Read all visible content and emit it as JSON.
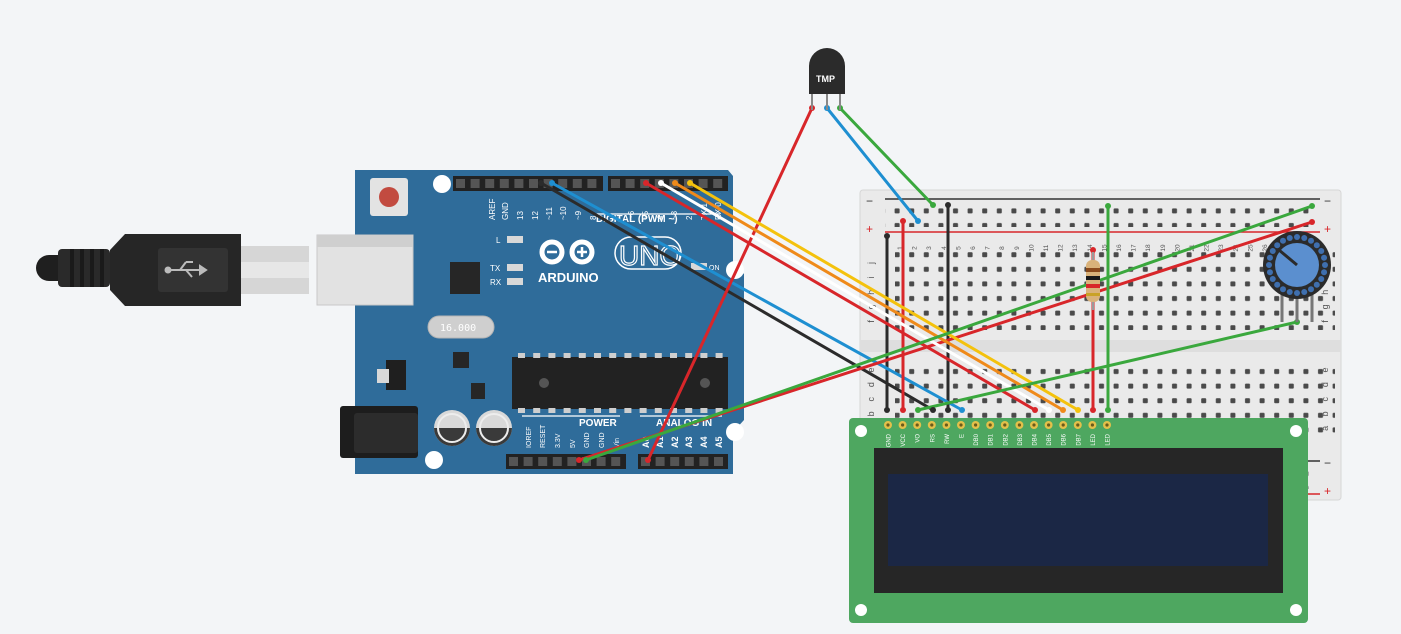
{
  "arduino": {
    "brand": "ARDUINO",
    "model": "UNO",
    "digital_label": "DIGITAL (PWM ~)",
    "power_label": "POWER",
    "analog_label": "ANALOG IN",
    "on_label": "ON",
    "led_labels": [
      "L",
      "TX",
      "RX"
    ],
    "crystal_label": "16.000",
    "top_pins": [
      "AREF",
      "GND",
      "13",
      "12",
      "~11",
      "~10",
      "~9",
      "8",
      "7",
      "~6",
      "~5",
      "4",
      "~3",
      "2",
      "TX 1",
      "RX 0"
    ],
    "power_pins": [
      "IOREF",
      "RESET",
      "3.3V",
      "5V",
      "GND",
      "GND",
      "Vin"
    ],
    "analog_pins": [
      "A0",
      "A1",
      "A2",
      "A3",
      "A4",
      "A5"
    ]
  },
  "sensor": {
    "label": "TMP"
  },
  "breadboard": {
    "col_numbers": [
      "1",
      "2",
      "3",
      "4",
      "5",
      "6",
      "7",
      "8",
      "9",
      "10",
      "11",
      "12",
      "13",
      "14",
      "15",
      "16",
      "17",
      "18",
      "19",
      "20",
      "21",
      "22",
      "23",
      "24",
      "25",
      "26",
      "27",
      "28",
      "29",
      "30"
    ],
    "row_letters_top": [
      "j",
      "i",
      "h",
      "g",
      "f"
    ],
    "row_letters_bottom": [
      "e",
      "d",
      "c",
      "b",
      "a"
    ],
    "rail_minus": "−",
    "rail_plus": "+"
  },
  "lcd": {
    "pins": [
      "GND",
      "VCC",
      "VO",
      "RS",
      "RW",
      "E",
      "DB0",
      "DB1",
      "DB2",
      "DB3",
      "DB4",
      "DB5",
      "DB6",
      "DB7",
      "LED",
      "LED"
    ]
  },
  "colors": {
    "background": "#f3f5f7",
    "arduino_pcb": "#2f6c9a",
    "lcd_pcb": "#4ea760",
    "lcd_screen": "#1b2745",
    "breadboard": "#eaeaea",
    "wire_red": "#d8262a",
    "wire_black": "#2b2b2b",
    "wire_blue": "#1e8fd1",
    "wire_green": "#3aa83d",
    "wire_yellow": "#f4c20d",
    "wire_orange": "#ef8a1a",
    "wire_white": "#ffffff"
  }
}
